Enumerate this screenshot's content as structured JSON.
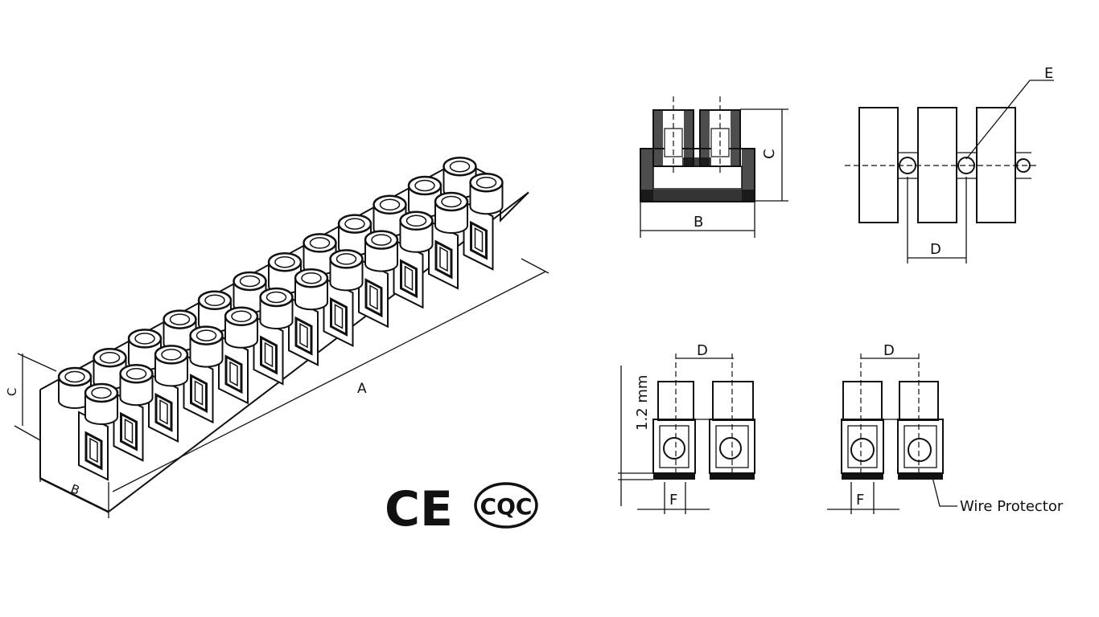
{
  "labels": {
    "a": "A",
    "b": "B",
    "c": "C",
    "d": "D",
    "e": "E",
    "f": "F",
    "thickness": "1.2 mm",
    "wire_protector": "Wire Protector"
  },
  "marks": {
    "ce": "CE",
    "cqc": "CQC"
  },
  "terminal_count": 12,
  "colors": {
    "line": "#111111",
    "background": "#ffffff"
  }
}
